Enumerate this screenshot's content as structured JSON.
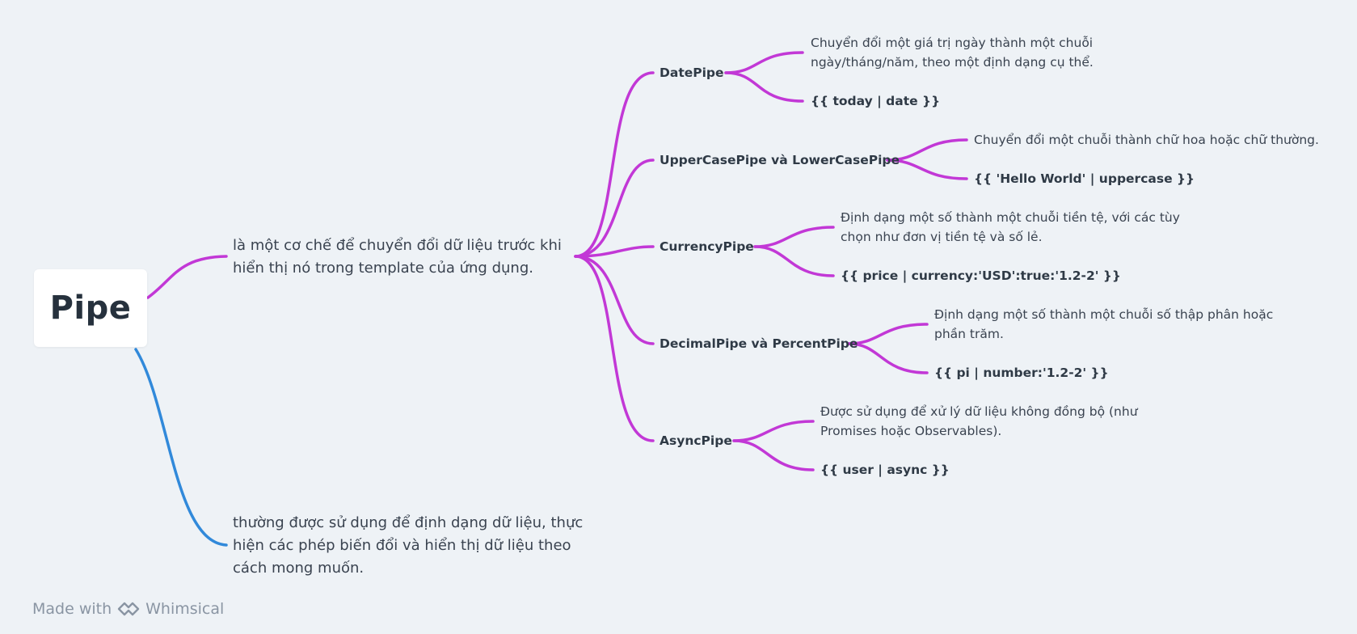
{
  "root": {
    "title": "Pipe"
  },
  "branches": {
    "definition": "là một cơ chế để chuyển đổi dữ liệu trước khi\nhiển thị nó trong template của ứng dụng.",
    "usage": "thường được sử dụng để định dạng dữ liệu, thực\nhiện các phép biến đổi và hiển thị dữ liệu theo\ncách mong muốn."
  },
  "pipes": [
    {
      "name": "DatePipe",
      "description": "Chuyển đổi một giá trị ngày thành một chuỗi\nngày/tháng/năm, theo một định dạng cụ thể.",
      "example": "{{ today | date }}"
    },
    {
      "name": "UpperCasePipe và LowerCasePipe",
      "description": "Chuyển đổi một chuỗi thành chữ hoa hoặc chữ thường.",
      "example": "{{ 'Hello World' | uppercase }}"
    },
    {
      "name": "CurrencyPipe",
      "description": "Định dạng một số thành một chuỗi tiền tệ, với các tùy\nchọn như đơn vị tiền tệ và số lẻ.",
      "example": "{{ price | currency:'USD':true:'1.2-2' }}"
    },
    {
      "name": "DecimalPipe và PercentPipe",
      "description": "Định dạng một số thành một chuỗi số thập phân hoặc\nphần trăm.",
      "example": "{{ pi | number:'1.2-2' }}"
    },
    {
      "name": "AsyncPipe",
      "description": "Được sử dụng để xử lý dữ liệu không đồng bộ (như\nPromises hoặc Observables).",
      "example": "{{ user | async }}"
    }
  ],
  "footer": {
    "made_with": "Made with",
    "brand": "Whimsical"
  },
  "colors": {
    "purple_edge": "#c238d6",
    "blue_edge": "#3189da",
    "background": "#eef2f6"
  }
}
